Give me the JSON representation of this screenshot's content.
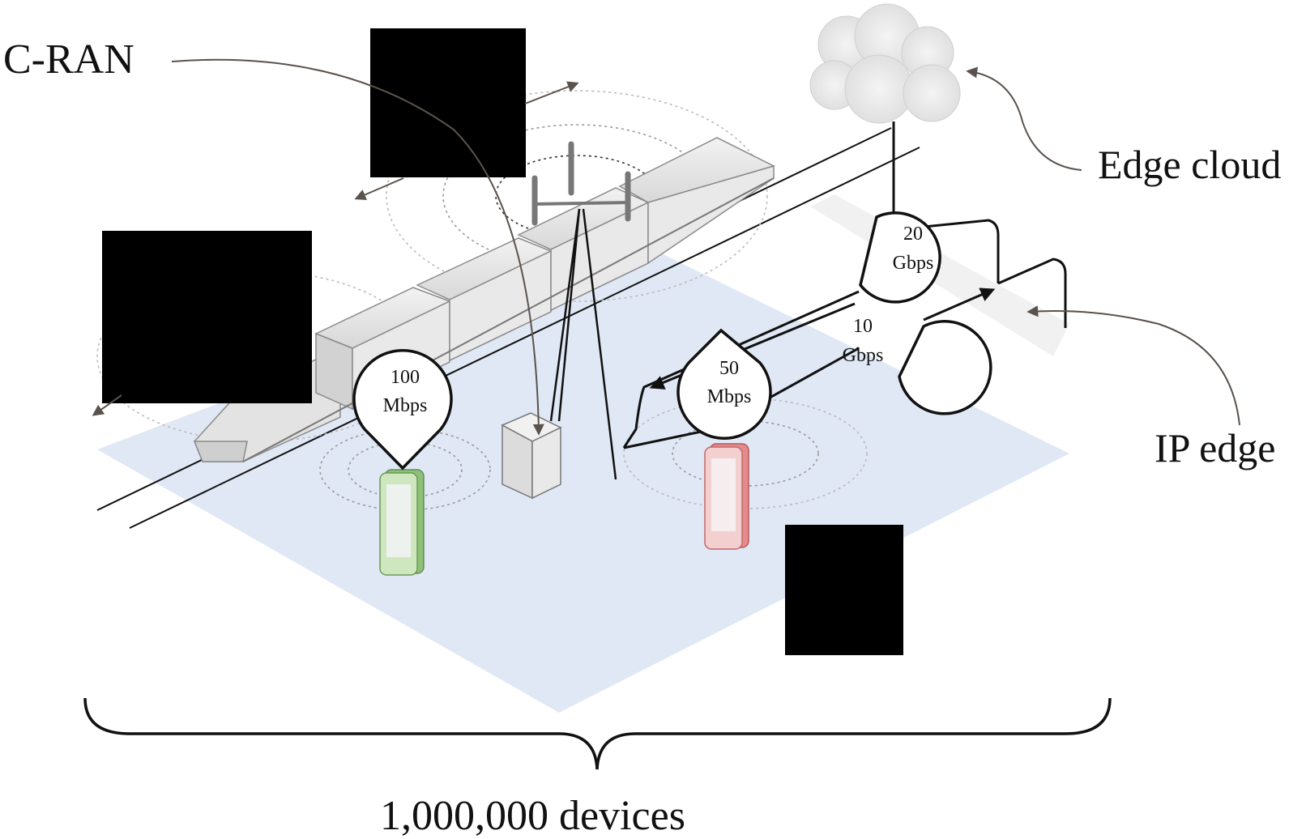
{
  "labels": {
    "cran": "C-RAN",
    "edge_cloud": "Edge cloud",
    "ip_edge": "IP edge",
    "devices": "1,000,000 devices"
  },
  "badges": [
    {
      "line1": "100",
      "line2": "Mbps"
    },
    {
      "line1": "50",
      "line2": "Mbps"
    },
    {
      "line1": "10",
      "line2": "Gbps"
    },
    {
      "line1": "20",
      "line2": "Gbps"
    }
  ],
  "colors": {
    "ground": "#dde6f4",
    "train": "#e6e6e6",
    "phone_green": "#9fcf85",
    "phone_red": "#e58a8a",
    "redaction": "#000000",
    "arrow": "#5a524c"
  },
  "icons": [
    "train-icon",
    "cell-tower-icon",
    "server-box-icon",
    "smartphone-icon",
    "cloud-icon"
  ]
}
